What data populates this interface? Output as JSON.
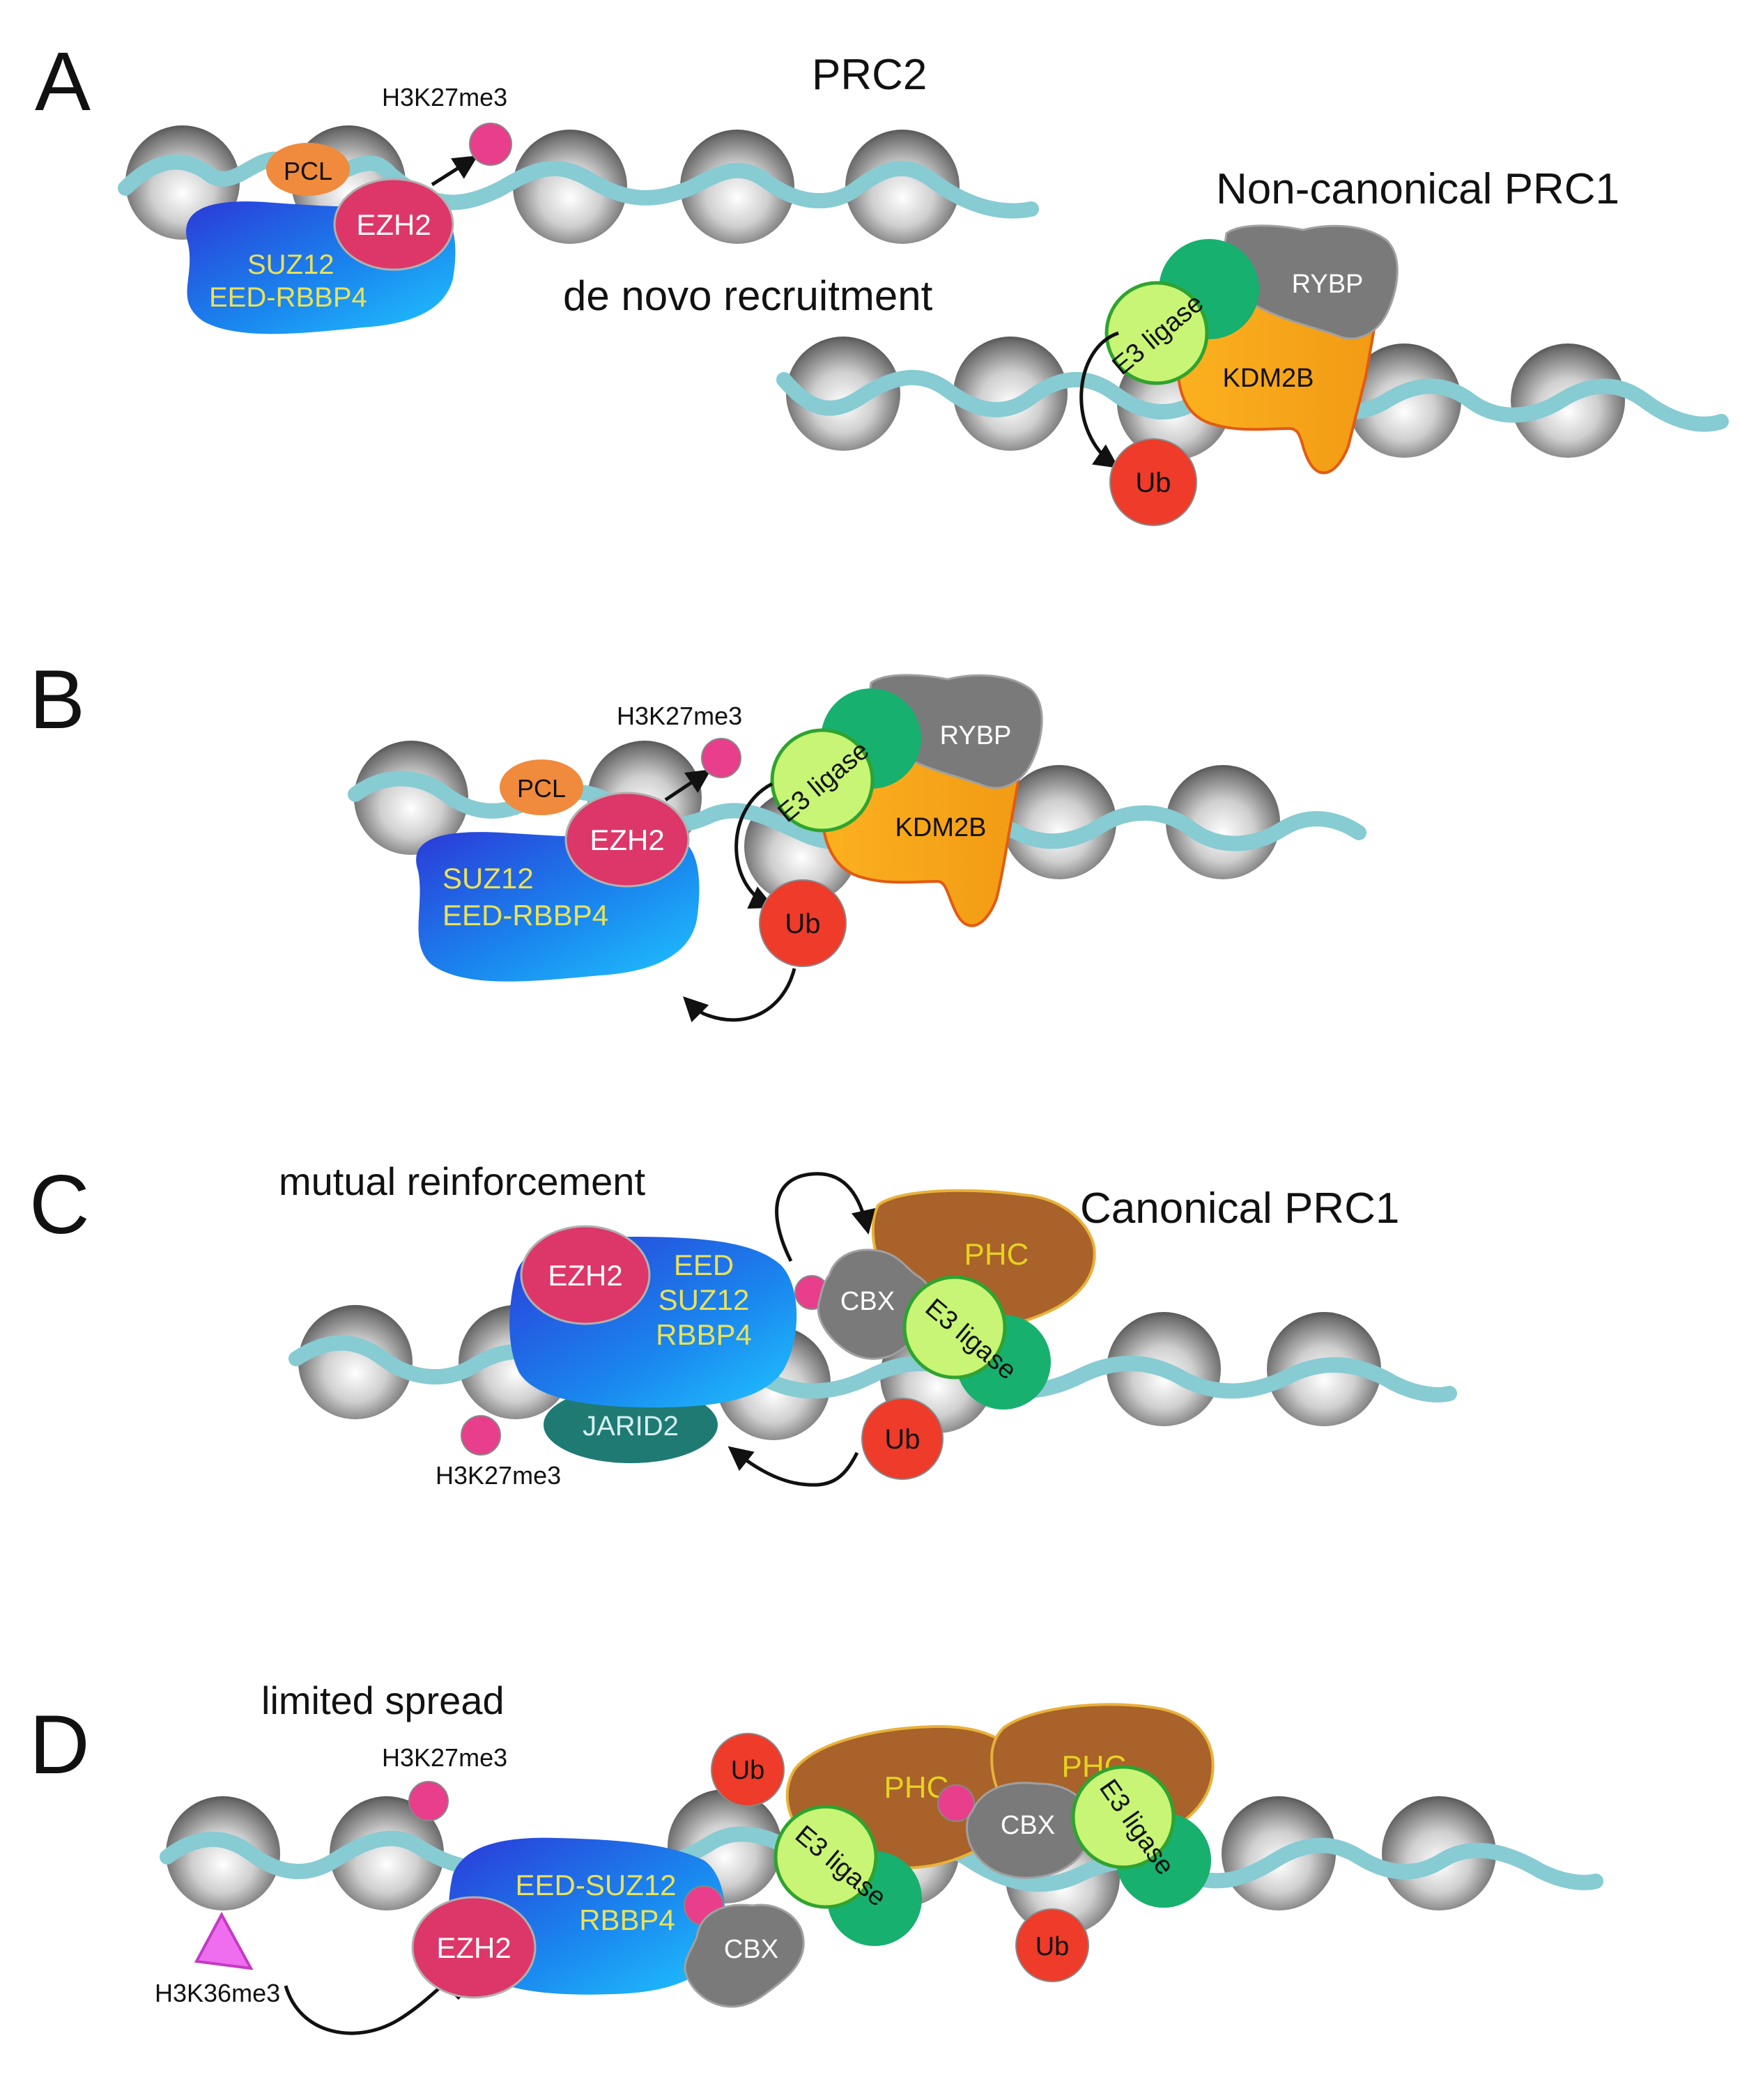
{
  "colors": {
    "dna": "#87cbd3",
    "mark_pink": "#e83e8c",
    "ub_red": "#ee3b2a",
    "ezh2": "#dc3768",
    "pcl": "#f08a3c",
    "prc2_body_light": "#1fc4ff",
    "prc2_body_dark": "#2b3ad8",
    "prc2_text": "#e9e15a",
    "e3_fill": "#c8f575",
    "e3_stroke": "#2fa32f",
    "green_dark": "#17b06e",
    "gray": "#7a7a7a",
    "kdm2b": "#fbb11f",
    "phc": "#a8622a",
    "phc_text": "#e6d21f",
    "jarid2": "#1f7a74",
    "h3k36": "#ef6ef0"
  },
  "panels": [
    {
      "letter": "A",
      "titles": {
        "prc2": "PRC2",
        "noncanonical": "Non-canonical PRC1",
        "process": "de novo recruitment"
      },
      "labels": {
        "mark": "H3K27me3",
        "pcl": "PCL",
        "ezh2": "EZH2",
        "prc2_line1": "SUZ12",
        "prc2_line2": "EED-RBBP4",
        "e3": "E3 ligase",
        "rybp": "RYBP",
        "kdm2b": "KDM2B",
        "ub": "Ub"
      }
    },
    {
      "letter": "B",
      "labels": {
        "mark": "H3K27me3",
        "pcl": "PCL",
        "ezh2": "EZH2",
        "prc2_line1": "SUZ12",
        "prc2_line2": "EED-RBBP4",
        "e3": "E3 ligase",
        "rybp": "RYBP",
        "kdm2b": "KDM2B",
        "ub": "Ub"
      }
    },
    {
      "letter": "C",
      "titles": {
        "process": "mutual reinforcement",
        "canonical": "Canonical PRC1"
      },
      "labels": {
        "ezh2": "EZH2",
        "prc2_line1": "EED",
        "prc2_line2": "SUZ12",
        "prc2_line3": "RBBP4",
        "jarid2": "JARID2",
        "mark": "H3K27me3",
        "cbx": "CBX",
        "phc": "PHC",
        "e3": "E3 ligase",
        "ub": "Ub"
      }
    },
    {
      "letter": "D",
      "titles": {
        "process": "limited spread"
      },
      "labels": {
        "mark": "H3K27me3",
        "h3k36": "H3K36me3",
        "ezh2": "EZH2",
        "prc2_line1": "EED-SUZ12",
        "prc2_line2": "RBBP4",
        "cbx": "CBX",
        "phc": "PHC",
        "e3": "E3 ligase",
        "ub": "Ub"
      }
    }
  ]
}
